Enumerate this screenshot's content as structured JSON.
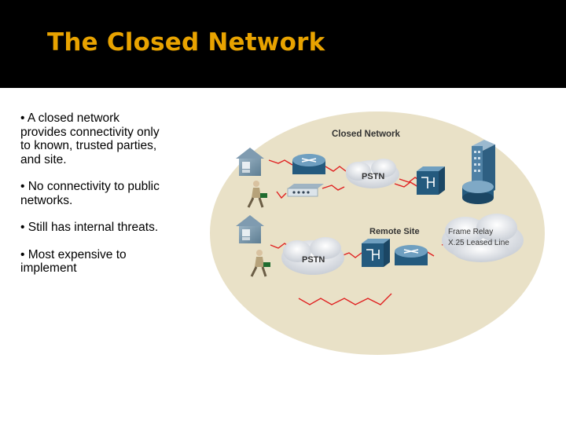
{
  "slide": {
    "title": "The Closed Network",
    "bullets": [
      "• A closed network\nprovides connectivity only\nto known, trusted parties,\nand site.",
      "• No connectivity to public\nnetworks.",
      "• Still has internal threats.",
      "• Most expensive to\nimplement"
    ]
  },
  "diagram": {
    "closed_network_label": "Closed Network",
    "remote_site_label": "Remote Site",
    "pstn_top_label": "PSTN",
    "pstn_bottom_label": "PSTN",
    "wan_label_line1": "Frame Relay",
    "wan_label_line2": "X.25 Leased Line"
  },
  "colors": {
    "title": "#e8a300",
    "ellipse": "#e9e1c7",
    "links": "#e02020",
    "device_blue": "#2f6a8e"
  }
}
